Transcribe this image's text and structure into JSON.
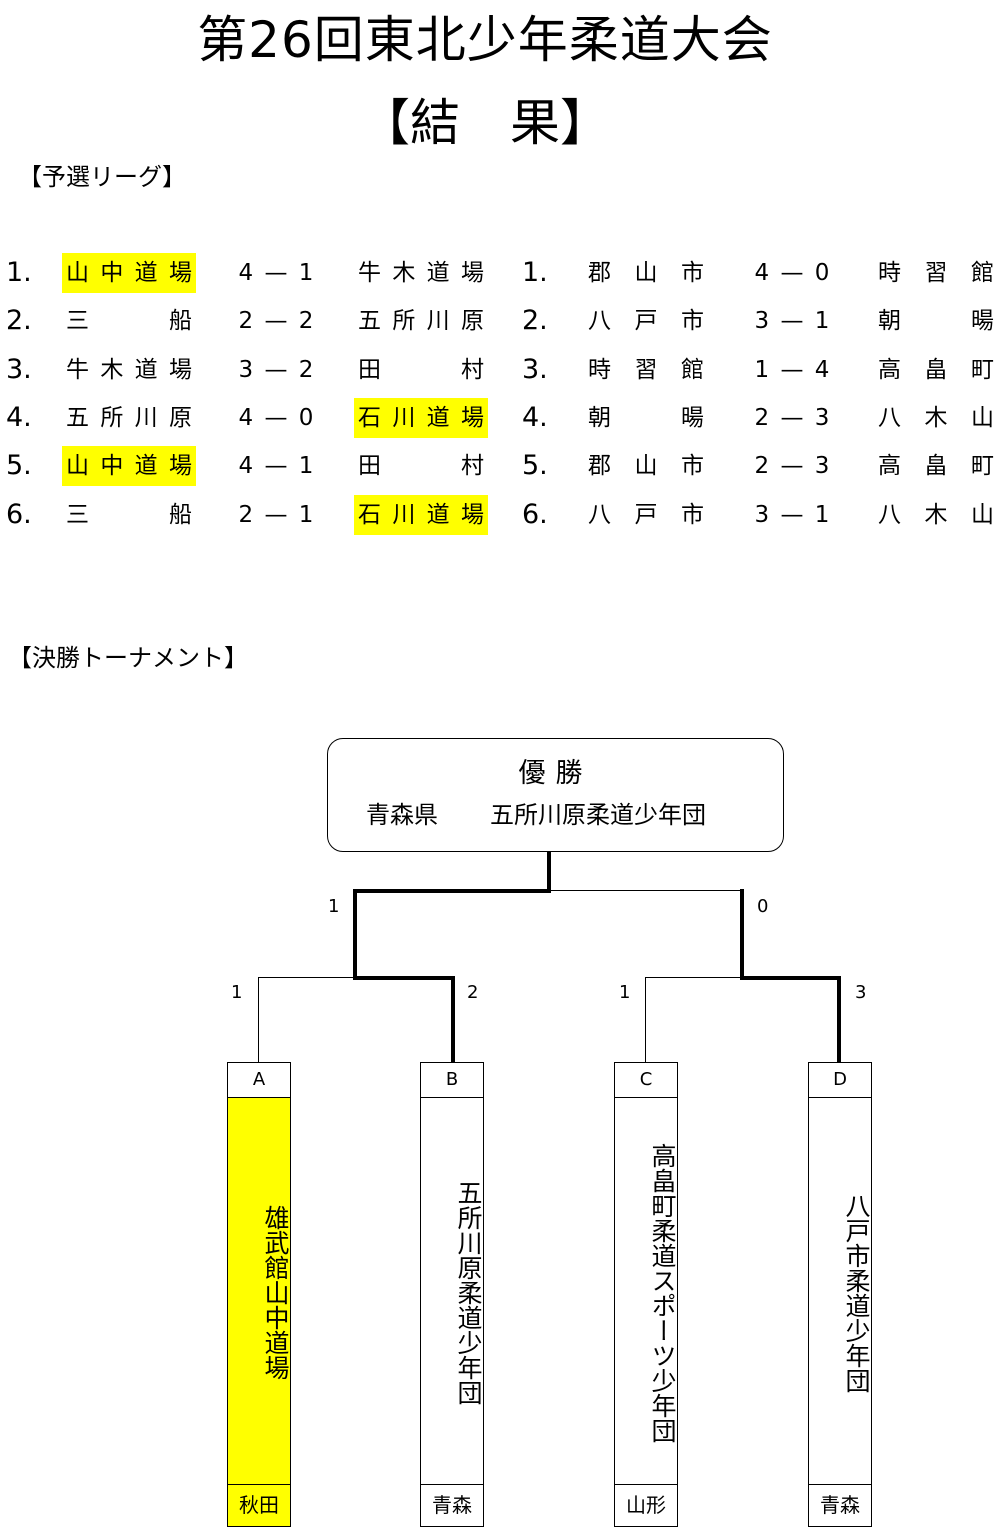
{
  "title": "第26回東北少年柔道大会",
  "subtitle": "【結　果】",
  "preliminary_label": "【予選リーグ】",
  "final_label": "【決勝トーナメント】",
  "highlight_color": "#ffff00",
  "league_left": [
    {
      "num": "1.",
      "home": "山中道場",
      "score": "4 — 1",
      "away": "牛木道場",
      "hl_home": true,
      "hl_away": false
    },
    {
      "num": "2.",
      "home": "三船",
      "score": "2 — 2",
      "away": "五所川原",
      "hl_home": false,
      "hl_away": false
    },
    {
      "num": "3.",
      "home": "牛木道場",
      "score": "3 — 2",
      "away": "田村",
      "hl_home": false,
      "hl_away": false
    },
    {
      "num": "4.",
      "home": "五所川原",
      "score": "4 — 0",
      "away": "石川道場",
      "hl_home": false,
      "hl_away": true
    },
    {
      "num": "5.",
      "home": "山中道場",
      "score": "4 — 1",
      "away": "田村",
      "hl_home": true,
      "hl_away": false
    },
    {
      "num": "6.",
      "home": "三船",
      "score": "2 — 1",
      "away": "石川道場",
      "hl_home": false,
      "hl_away": true
    }
  ],
  "league_right": [
    {
      "num": "1.",
      "home": "郡山市",
      "score": "4 — 0",
      "away": "時習館"
    },
    {
      "num": "2.",
      "home": "八戸市",
      "score": "3 — 1",
      "away": "朝暘"
    },
    {
      "num": "3.",
      "home": "時習館",
      "score": "1 — 4",
      "away": "高畠町"
    },
    {
      "num": "4.",
      "home": "朝暘",
      "score": "2 — 3",
      "away": "八木山"
    },
    {
      "num": "5.",
      "home": "郡山市",
      "score": "2 — 3",
      "away": "高畠町"
    },
    {
      "num": "6.",
      "home": "八戸市",
      "score": "3 — 1",
      "away": "八木山"
    }
  ],
  "winner": {
    "label": "優勝",
    "prefecture": "青森県",
    "team": "五所川原柔道少年団"
  },
  "final_scores": {
    "left": "1",
    "right": "0"
  },
  "semi_scores": {
    "a": "1",
    "b": "2",
    "c": "1",
    "d": "3"
  },
  "slots": [
    {
      "letter": "A",
      "name": "雄武館山中道場",
      "pref": "秋田",
      "highlight": true
    },
    {
      "letter": "B",
      "name": "五所川原柔道少年団",
      "pref": "青森",
      "highlight": false
    },
    {
      "letter": "C",
      "name": "高畠町柔道スポーツ少年団",
      "pref": "山形",
      "highlight": false
    },
    {
      "letter": "D",
      "name": "八戸市柔道少年団",
      "pref": "青森",
      "highlight": false
    }
  ]
}
